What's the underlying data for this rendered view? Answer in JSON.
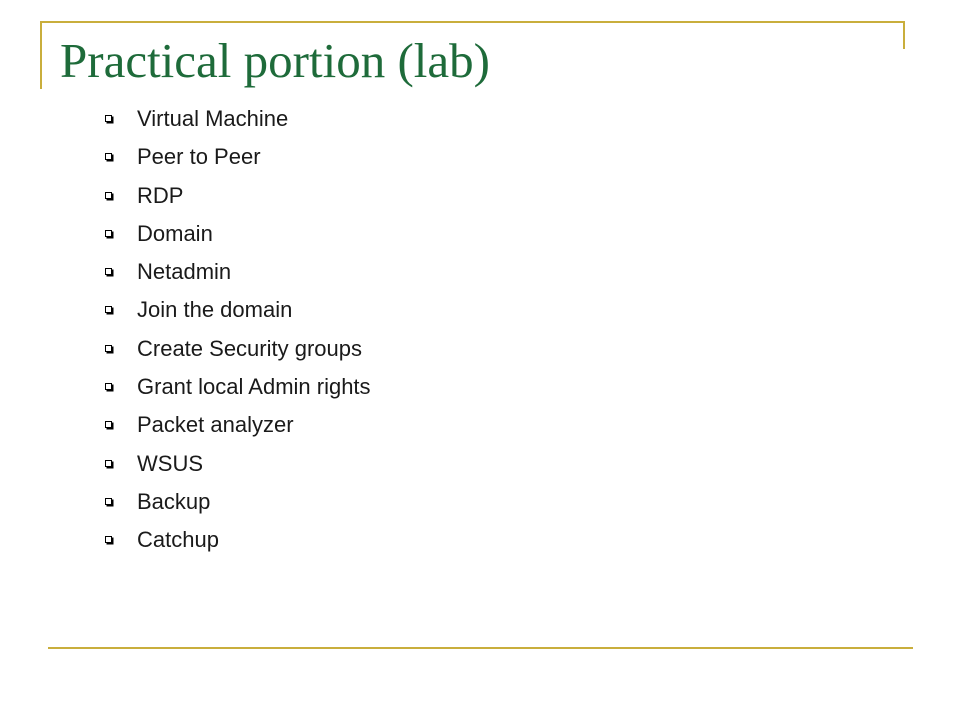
{
  "slide": {
    "title": "Practical portion (lab)",
    "bullets": [
      "Virtual Machine",
      "Peer to Peer",
      "RDP",
      "Domain",
      "Netadmin",
      "Join the domain",
      "Create Security groups",
      "Grant local Admin rights",
      "Packet analyzer",
      "WSUS",
      "Backup",
      "Catchup"
    ],
    "bullet_icon": "hollow-square-bullet-icon"
  },
  "colors": {
    "title": "#1e6b3a",
    "accent_line": "#c9ae3c",
    "text": "#1a1a1a",
    "background": "#ffffff"
  }
}
